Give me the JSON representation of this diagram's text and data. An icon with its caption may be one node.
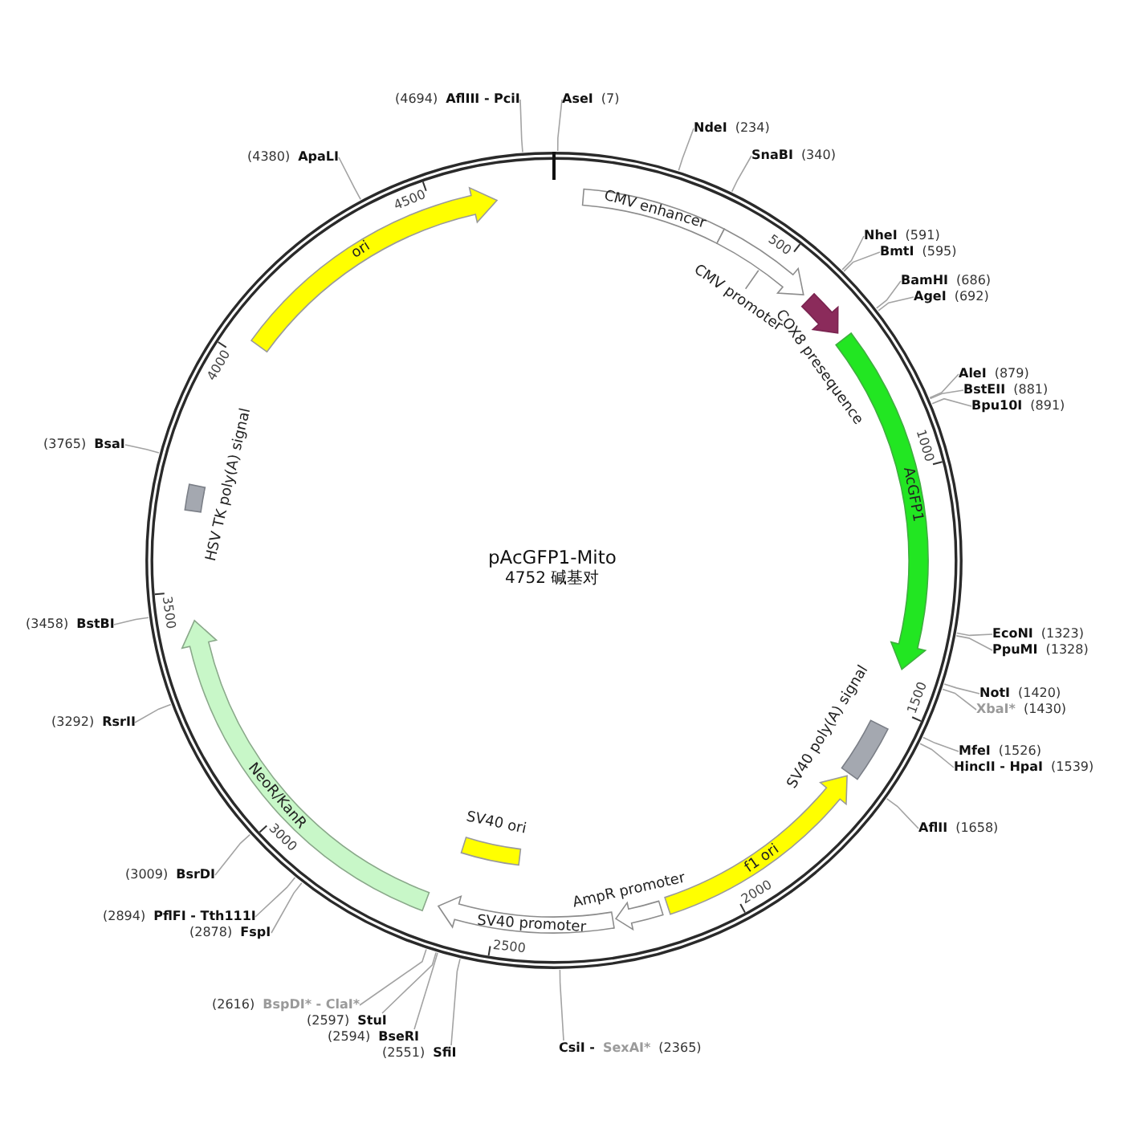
{
  "diagram": {
    "nodes": [
      {
        "text": [
          "pAcGFP1-Mito",
          "4752 碱基对"
        ]
      },
      {
        "text": [
          "AseI",
          "(7)"
        ]
      },
      {
        "text": [
          "NdeI",
          "(234)"
        ]
      },
      {
        "text": [
          "SnaBI",
          "(340)"
        ]
      },
      {
        "text": [
          "NheI",
          "(591)"
        ]
      },
      {
        "text": [
          "BmtI",
          "(595)"
        ]
      },
      {
        "text": [
          "BamHI",
          "(686)"
        ]
      },
      {
        "text": [
          "AgeI",
          "(692)"
        ]
      },
      {
        "text": [
          "AleI",
          "(879)"
        ]
      },
      {
        "text": [
          "BstEII",
          "(881)"
        ]
      },
      {
        "text": [
          "Bpu10I",
          "(891)"
        ]
      },
      {
        "text": [
          "EcoNI",
          "(1323)"
        ]
      },
      {
        "text": [
          "PpuMI",
          "(1328)"
        ]
      },
      {
        "text": [
          "NotI",
          "(1420)"
        ]
      },
      {
        "text": [
          "XbaI*",
          "(1430)"
        ]
      },
      {
        "text": [
          "MfeI",
          "(1526)"
        ]
      },
      {
        "text": [
          "HincII - HpaI",
          "(1539)"
        ]
      },
      {
        "text": [
          "AflII",
          "(1658)"
        ]
      },
      {
        "text": [
          "CsiI -",
          "SexAI*",
          "(2365)"
        ]
      },
      {
        "text": [
          "(2551)",
          "SfiI"
        ]
      },
      {
        "text": [
          "(2594)",
          "BseRI"
        ]
      },
      {
        "text": [
          "(2597)",
          "StuI"
        ]
      },
      {
        "text": [
          "(2616)",
          "BspDI* - ClaI*"
        ]
      },
      {
        "text": [
          "(2878)",
          "FspI"
        ]
      },
      {
        "text": [
          "(2894)",
          "PflFI - Tth111I"
        ]
      },
      {
        "text": [
          "(3009)",
          "BsrDI"
        ]
      },
      {
        "text": [
          "(3292)",
          "RsrII"
        ]
      },
      {
        "text": [
          "(3458)",
          "BstBI"
        ]
      },
      {
        "text": [
          "(3765)",
          "BsaI"
        ]
      },
      {
        "text": [
          "(4380)",
          "ApaLI"
        ]
      },
      {
        "text": [
          "(4694)",
          "AflIII - PciI"
        ]
      },
      {
        "text": [
          "CMV enhancer"
        ],
        "in": 0
      },
      {
        "text": [],
        "shape": "arrow",
        "beside": [
          "CMV promoter"
        ],
        "in": 0
      },
      {
        "text": [],
        "shape": "arrow",
        "beside": [
          "COX8 presequence"
        ],
        "in": 0
      },
      {
        "text": [
          "AcGFP1"
        ],
        "in": 0
      },
      {
        "text": [],
        "shape": "box",
        "beside": [
          "SV40 poly(A) signal"
        ],
        "in": 0
      },
      {
        "text": [
          "f1 ori"
        ],
        "in": 0
      },
      {
        "text": [],
        "shape": "arrow",
        "beside": [
          "AmpR promoter"
        ],
        "in": 0
      },
      {
        "text": [
          "SV40 promoter"
        ],
        "in": 0
      },
      {
        "text": [],
        "shape": "box",
        "beside": [
          "SV40 ori"
        ],
        "in": 0
      },
      {
        "text": [
          "NeoR/KanR"
        ],
        "in": 0
      },
      {
        "text": [],
        "shape": "box",
        "beside": [
          "HSV TK poly(A) signal"
        ],
        "in": 0
      },
      {
        "text": [
          "ori"
        ],
        "in": 0
      }
    ],
    "edges": [
      {
        "from": 1,
        "to": 0,
        "arrow": "none"
      },
      {
        "from": 2,
        "to": 0,
        "arrow": "none"
      },
      {
        "from": 3,
        "to": 0,
        "arrow": "none"
      },
      {
        "from": 4,
        "to": 0,
        "arrow": "none"
      },
      {
        "from": 5,
        "to": 0,
        "arrow": "none"
      },
      {
        "from": 6,
        "to": 0,
        "arrow": "none"
      },
      {
        "from": 7,
        "to": 0,
        "arrow": "none"
      },
      {
        "from": 8,
        "to": 0,
        "arrow": "none"
      },
      {
        "from": 9,
        "to": 0,
        "arrow": "none"
      },
      {
        "from": 10,
        "to": 0,
        "arrow": "none"
      },
      {
        "from": 11,
        "to": 0,
        "arrow": "none"
      },
      {
        "from": 12,
        "to": 0,
        "arrow": "none"
      },
      {
        "from": 13,
        "to": 0,
        "arrow": "none"
      },
      {
        "from": 14,
        "to": 0,
        "arrow": "none"
      },
      {
        "from": 15,
        "to": 0,
        "arrow": "none"
      },
      {
        "from": 16,
        "to": 0,
        "arrow": "none"
      },
      {
        "from": 17,
        "to": 0,
        "arrow": "none"
      },
      {
        "from": 18,
        "to": 0,
        "arrow": "none"
      },
      {
        "from": 19,
        "to": 0,
        "arrow": "none"
      },
      {
        "from": 20,
        "to": 0,
        "arrow": "none"
      },
      {
        "from": 21,
        "to": 0,
        "arrow": "none"
      },
      {
        "from": 22,
        "to": 0,
        "arrow": "none"
      },
      {
        "from": 23,
        "to": 0,
        "arrow": "none"
      },
      {
        "from": 24,
        "to": 0,
        "arrow": "none"
      },
      {
        "from": 25,
        "to": 0,
        "arrow": "none"
      },
      {
        "from": 26,
        "to": 0,
        "arrow": "none"
      },
      {
        "from": 27,
        "to": 0,
        "arrow": "none"
      },
      {
        "from": 28,
        "to": 0,
        "arrow": "none"
      },
      {
        "from": 29,
        "to": 0,
        "arrow": "none"
      },
      {
        "from": 30,
        "to": 0,
        "arrow": "none"
      }
    ],
    "labels": [
      "500",
      "1000",
      "1500",
      "2000",
      "2500",
      "3000",
      "3500",
      "4000",
      "4500"
    ]
  }
}
